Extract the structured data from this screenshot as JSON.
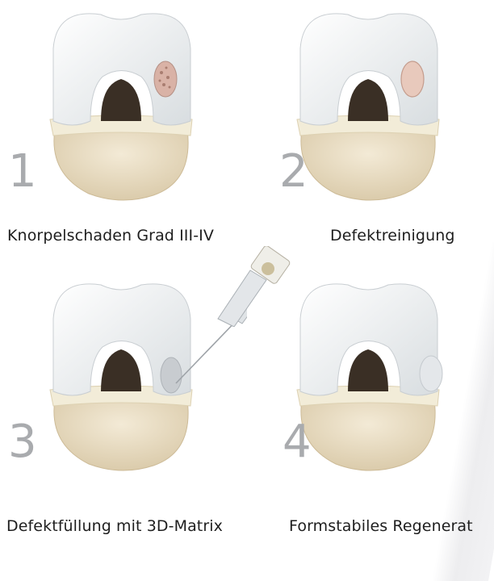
{
  "steps": [
    {
      "number": "1",
      "caption": "Knorpelschaden Grad III-IV",
      "stage": "damage"
    },
    {
      "number": "2",
      "caption": "Defektreinigung",
      "stage": "cleaned"
    },
    {
      "number": "3",
      "caption": "Defektfüllung mit 3D-Matrix",
      "stage": "filling"
    },
    {
      "number": "4",
      "caption": "Formstabiles Regenerat",
      "stage": "regenerate"
    }
  ],
  "colors": {
    "cartilage": "#eef0f1",
    "bone": "#e7dcc6",
    "meniscus": "#f2ecd8",
    "number": "#a9abae",
    "caption": "#1e1e1e",
    "defect": "#d9b2a6"
  }
}
